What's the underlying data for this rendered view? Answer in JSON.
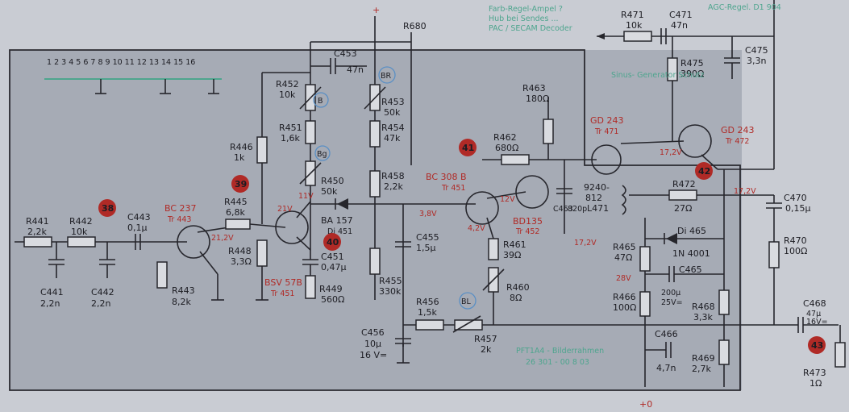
{
  "supply": {
    "plus": "+",
    "r680": "R680",
    "plus_lo": "+0"
  },
  "top_note": {
    "line1": "Farb-Regel-Ampel ?",
    "line2": "Hub bei Sendes ...",
    "line3": "PAC / SECAM Decoder"
  },
  "agc_note": "AGC-Regel. D1 904",
  "scale": {
    "label": "1 2 3 4 5 6 7 8 9 10 11 12 13 14 15 16"
  },
  "markers": {
    "m38": "38",
    "m39": "39",
    "m40": "40",
    "m41": "41",
    "m42": "42",
    "m43": "43"
  },
  "testpoints": {
    "b": "B",
    "bg": "Bg",
    "br": "BR",
    "bl": "BL"
  },
  "components": {
    "r441": [
      "R441",
      "2,2k"
    ],
    "r442": [
      "R442",
      "10k"
    ],
    "c441": [
      "C441",
      "2,2n"
    ],
    "c442": [
      "C442",
      "2,2n"
    ],
    "c443": [
      "C443",
      "0,1μ"
    ],
    "bc237": [
      "BC 237",
      "Tr 443"
    ],
    "r443": [
      "R443",
      "8,2k"
    ],
    "r446": [
      "R446",
      "1k"
    ],
    "r445": [
      "R445",
      "6,8k"
    ],
    "r448": [
      "R448",
      "3,3Ω"
    ],
    "bsv57": [
      "BSV 57B",
      "Tr 451"
    ],
    "r452": [
      "R452",
      "10k"
    ],
    "r451": [
      "R451",
      "1,6k"
    ],
    "r450": [
      "R450",
      "50k"
    ],
    "c453": [
      "C453",
      "47n"
    ],
    "ba157": [
      "BA 157",
      "Di 451"
    ],
    "c451": [
      "C451",
      "0,47μ"
    ],
    "r449": [
      "R449",
      "560Ω"
    ],
    "r453": [
      "R453",
      "50k"
    ],
    "r454": [
      "R454",
      "47k"
    ],
    "r458": [
      "R458",
      "2,2k"
    ],
    "r455": [
      "R455",
      "330k"
    ],
    "c455": [
      "C455",
      "1,5μ"
    ],
    "c456": [
      "C456",
      "10μ",
      "16 V="
    ],
    "r456": [
      "R456",
      "1,5k"
    ],
    "r457": [
      "R457",
      "2k"
    ],
    "bc308b": [
      "BC 308 B",
      "Tr 451"
    ],
    "bd135": [
      "BD135",
      "Tr 452"
    ],
    "r462": [
      "R462",
      "680Ω"
    ],
    "r463": [
      "R463",
      "180Ω"
    ],
    "r461": [
      "R461",
      "39Ω"
    ],
    "r460": [
      "R460",
      "8Ω"
    ],
    "c463": [
      "C463",
      "820p"
    ],
    "gd243a": [
      "GD 243",
      "Tr 471"
    ],
    "l471": [
      "9240-",
      "812",
      "L471"
    ],
    "gd243b": [
      "GD 243",
      "Tr 472"
    ],
    "r471": [
      "R471",
      "10k"
    ],
    "c471": [
      "C471",
      "47n"
    ],
    "c475": [
      "C475",
      "3,3n"
    ],
    "r475": [
      "R475",
      "390Ω"
    ],
    "r472": [
      "R472",
      "27Ω"
    ],
    "c470": [
      "C470",
      "0,15μ"
    ],
    "r470": [
      "R470",
      "100Ω"
    ],
    "di465": [
      "Di 465",
      "1N 4001"
    ],
    "r465": [
      "R465",
      "47Ω"
    ],
    "c465": [
      "C465",
      "200μ",
      "25V="
    ],
    "r466": [
      "R466",
      "100Ω"
    ],
    "r468": [
      "R468",
      "3,3k"
    ],
    "r469": [
      "R469",
      "2,7k"
    ],
    "c466": [
      "C466",
      "4,7n"
    ],
    "c468": [
      "C468",
      "47μ",
      "16V="
    ],
    "r473": [
      "R473",
      "1Ω"
    ]
  },
  "voltages": {
    "v1": "21,2V",
    "v2": "21V",
    "v3": "3,8V",
    "v4": "4,2V",
    "v5": "12V",
    "v6": "11V",
    "v7": "17,2V",
    "v8": "17,2V",
    "v9": "28V",
    "v10": "17,2V"
  },
  "bottom_note": {
    "line1": "PFT1A4 - Bilderrahmen",
    "line2": "26 301 - 00 8 03"
  },
  "sinus_note": "Sinus- Generator Schutz"
}
